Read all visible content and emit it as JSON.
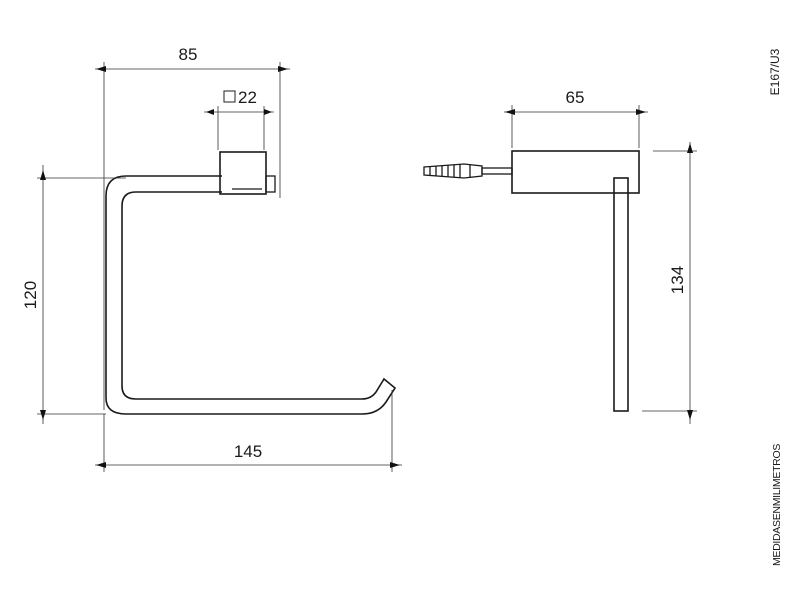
{
  "drawing": {
    "code": "E167/U3",
    "units_note": "MEDIDASENMILIMETROS",
    "front_view": {
      "width_dim": "85",
      "square_dim": "22",
      "height_dim": "120",
      "overall_width_dim": "145"
    },
    "side_view": {
      "depth_dim": "65",
      "height_dim": "134"
    }
  }
}
